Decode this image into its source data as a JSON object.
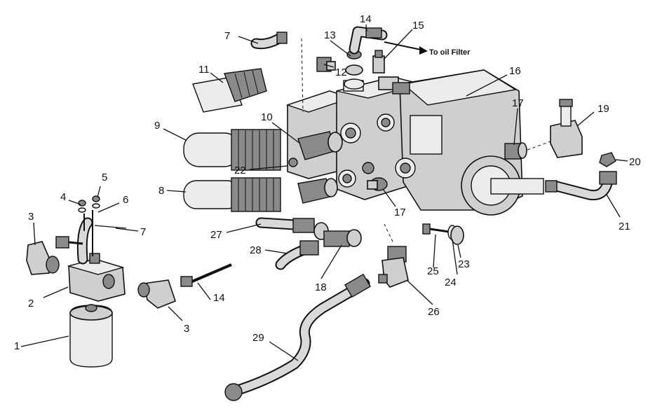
{
  "figure": {
    "arrow_note": "To oil Filter",
    "callouts": {
      "c1": "1",
      "c2": "2",
      "c3a": "3",
      "c3b": "3",
      "c4": "4",
      "c5": "5",
      "c6": "6",
      "c7a": "7",
      "c7b": "7",
      "c8": "8",
      "c9": "9",
      "c10": "10",
      "c11": "11",
      "c12": "12",
      "c13": "13",
      "c14a": "14",
      "c14b": "14",
      "c15": "15",
      "c16": "16",
      "c17a": "17",
      "c17b": "17",
      "c18": "18",
      "c19": "19",
      "c20": "20",
      "c21": "21",
      "c22": "22",
      "c23": "23",
      "c24": "24",
      "c25": "25",
      "c26": "26",
      "c27": "27",
      "c28": "28",
      "c29": "29"
    }
  }
}
